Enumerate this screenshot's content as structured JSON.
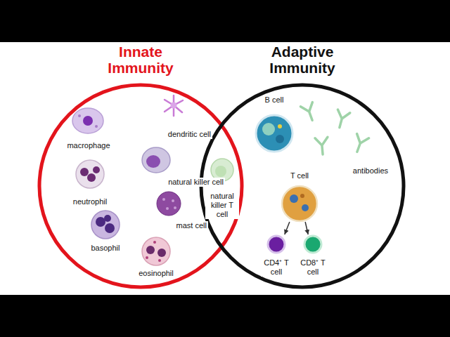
{
  "diagram": {
    "nodes": [
      {
        "text": [
          "Innate Immunity"
        ]
      },
      {
        "text": [
          "Adaptive Immunity"
        ]
      },
      {
        "text": [
          "macrophage"
        ],
        "in": 0
      },
      {
        "text": [
          "dendritic cell"
        ],
        "in": 0
      },
      {
        "text": [
          "natural killer cell"
        ],
        "in": 0
      },
      {
        "text": [
          "neutrophil"
        ],
        "in": 0
      },
      {
        "text": [
          "mast cell"
        ],
        "in": 0
      },
      {
        "text": [
          "basophil"
        ],
        "in": 0
      },
      {
        "text": [
          "eosinophil"
        ],
        "in": 0
      },
      {
        "text": [
          "natural killer T cell"
        ]
      },
      {
        "text": [
          "B cell"
        ],
        "in": 1
      },
      {
        "text": [
          "antibodies"
        ],
        "in": 1
      },
      {
        "text": [
          "T cell"
        ],
        "in": 1
      },
      {
        "text": [
          "CD4⁺ T cell"
        ],
        "in": 1
      },
      {
        "text": [
          "CD8⁺ T cell"
        ],
        "in": 1
      }
    ],
    "edges": [
      {
        "from": 12,
        "to": 13,
        "arrow": "to"
      },
      {
        "from": 12,
        "to": 14,
        "arrow": "to"
      }
    ]
  }
}
